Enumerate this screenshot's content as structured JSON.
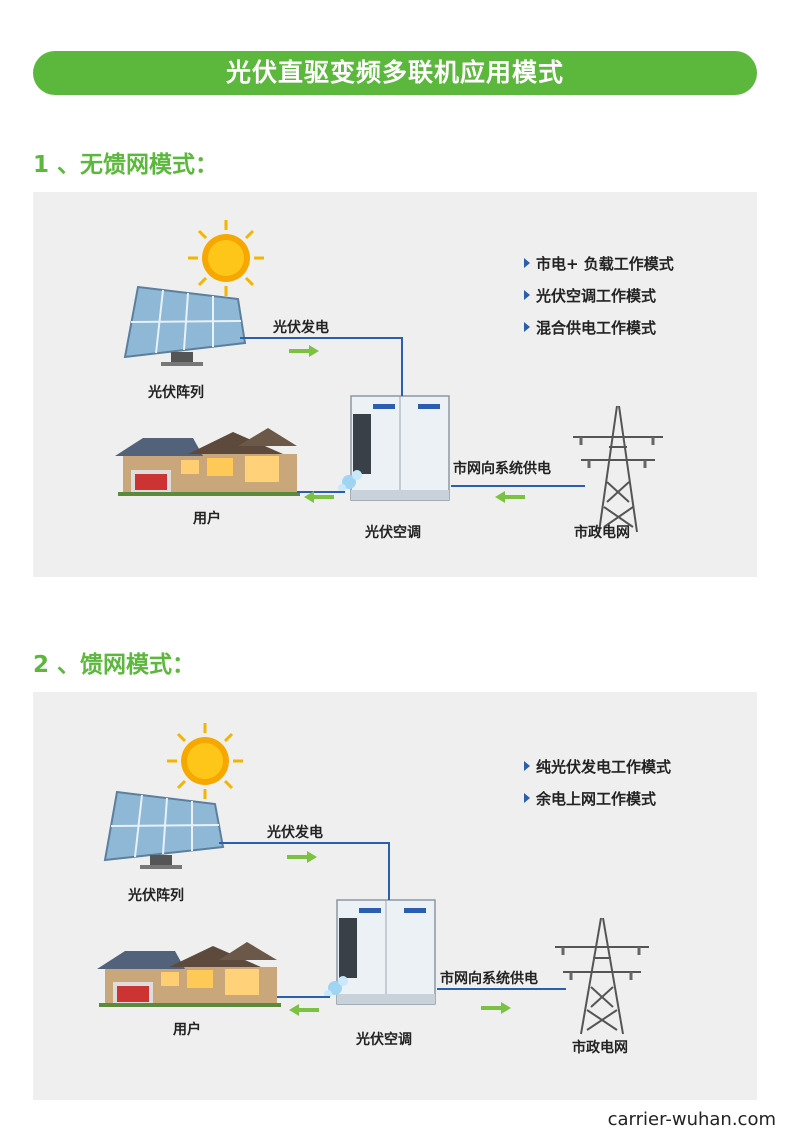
{
  "banner": "光伏直驱变频多联机应用模式",
  "sections": [
    {
      "title": "1 、无馈网模式：",
      "modes": [
        "市电+ 负载工作模式",
        "光伏空调工作模式",
        "混合供电工作模式"
      ],
      "labels": {
        "pv_power": "光伏发电",
        "pv_array": "光伏阵列",
        "user": "用户",
        "ac": "光伏空调",
        "grid_supply": "市网向系统供电",
        "grid": "市政电网"
      }
    },
    {
      "title": "2 、馈网模式：",
      "modes": [
        "纯光伏发电工作模式",
        "余电上网工作模式"
      ],
      "labels": {
        "pv_power": "光伏发电",
        "pv_array": "光伏阵列",
        "user": "用户",
        "ac": "光伏空调",
        "grid_supply": "市网向系统供电",
        "grid": "市政电网"
      }
    }
  ],
  "footer": "carrier-wuhan.com",
  "colors": {
    "accent_green": "#5cb83c",
    "wire_blue": "#2a5fb0",
    "arrow_green": "#7cc242",
    "panel_bg": "#efefef"
  }
}
